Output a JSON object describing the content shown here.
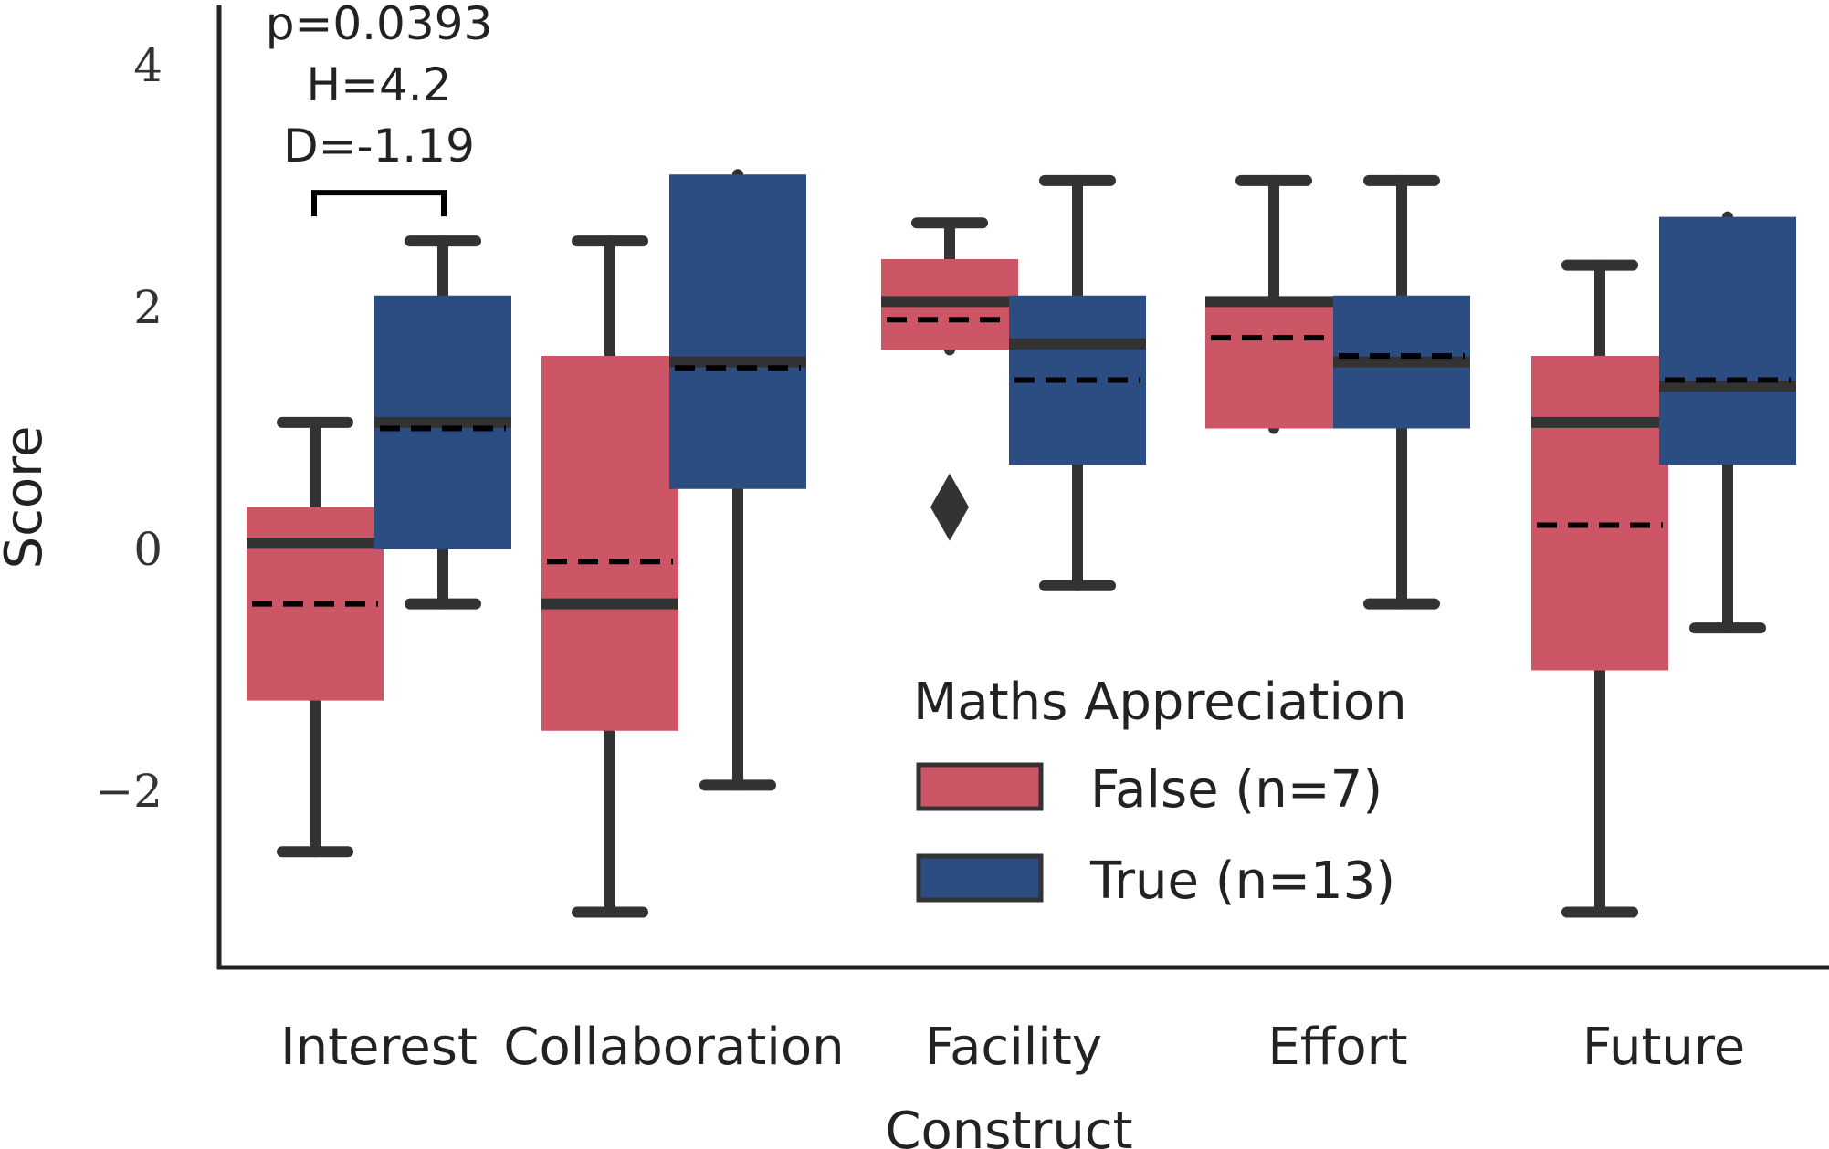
{
  "chart_data": {
    "type": "box",
    "xlabel": "Construct",
    "ylabel": "Score",
    "categories": [
      "Interest",
      "Collaboration",
      "Facility",
      "Effort",
      "Future"
    ],
    "ylim": [
      -3.5,
      4.5
    ],
    "yticks": [
      {
        "value": -2,
        "label": "−2"
      },
      {
        "value": 0,
        "label": "0"
      },
      {
        "value": 2,
        "label": "2"
      },
      {
        "value": 4,
        "label": "4"
      }
    ],
    "grid": false,
    "legend": {
      "title": "Maths Appreciation",
      "placement": "lower-right",
      "entries": [
        "False (n=7)",
        "True (n=13)"
      ]
    },
    "series": [
      {
        "name": "False (n=7)",
        "color": "#cc5566",
        "boxes": [
          {
            "q1": -1.25,
            "median": 0.05,
            "q3": 0.35,
            "whisker_low": -2.5,
            "whisker_high": 1.05,
            "mean": -0.45,
            "outliers": []
          },
          {
            "q1": -1.5,
            "median": -0.45,
            "q3": 1.6,
            "whisker_low": -3.0,
            "whisker_high": 2.55,
            "mean": -0.1,
            "outliers": []
          },
          {
            "q1": 1.65,
            "median": 2.05,
            "q3": 2.4,
            "whisker_low": 1.7,
            "whisker_high": 2.7,
            "mean": 1.9,
            "outliers": [
              0.35
            ]
          },
          {
            "q1": 1.0,
            "median": 2.05,
            "q3": 2.05,
            "whisker_low": 1.05,
            "whisker_high": 3.05,
            "mean": 1.75,
            "outliers": []
          },
          {
            "q1": -1.0,
            "median": 1.05,
            "q3": 1.6,
            "whisker_low": -3.0,
            "whisker_high": 2.35,
            "mean": 0.2,
            "outliers": []
          }
        ]
      },
      {
        "name": "True (n=13)",
        "color": "#2c4d82",
        "boxes": [
          {
            "q1": 0.0,
            "median": 1.05,
            "q3": 2.1,
            "whisker_low": -0.45,
            "whisker_high": 2.55,
            "mean": 1.0,
            "outliers": []
          },
          {
            "q1": 0.5,
            "median": 1.55,
            "q3": 3.1,
            "whisker_low": -1.95,
            "whisker_high": 3.05,
            "mean": 1.5,
            "outliers": []
          },
          {
            "q1": 0.7,
            "median": 1.7,
            "q3": 2.1,
            "whisker_low": -0.3,
            "whisker_high": 3.05,
            "mean": 1.4,
            "outliers": []
          },
          {
            "q1": 1.0,
            "median": 1.55,
            "q3": 2.1,
            "whisker_low": -0.45,
            "whisker_high": 3.05,
            "mean": 1.6,
            "outliers": []
          },
          {
            "q1": 0.7,
            "median": 1.35,
            "q3": 2.75,
            "whisker_low": -0.65,
            "whisker_high": 2.7,
            "mean": 1.4,
            "outliers": []
          }
        ]
      }
    ],
    "annotations": [
      {
        "category_index": 0,
        "bracket_y": 2.95,
        "lines": [
          "p=0.0393",
          "H=4.2",
          "D=-1.19"
        ]
      }
    ]
  }
}
